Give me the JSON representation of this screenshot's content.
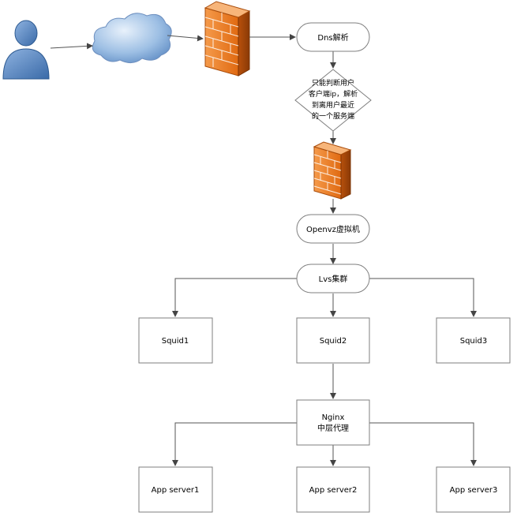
{
  "nodes": {
    "dns": "Dns解析",
    "decision": [
      "只能判断用户",
      "客户端ip，解析",
      "到离用户最近",
      "的一个服务端"
    ],
    "openvz": "Openvz虚拟机",
    "lvs": "Lvs集群",
    "squid1": "Squid1",
    "squid2": "Squid2",
    "squid3": "Squid3",
    "nginx": [
      "Nginx",
      "中层代理"
    ],
    "app1": "App server1",
    "app2": "App server2",
    "app3": "App server3"
  },
  "icons": {
    "user": "user-icon",
    "cloud": "cloud-icon",
    "firewall": "firewall-icon"
  },
  "colors": {
    "user": "#4a7fbf",
    "cloud": "#7aa6d6",
    "firewall": "#e8751a"
  }
}
